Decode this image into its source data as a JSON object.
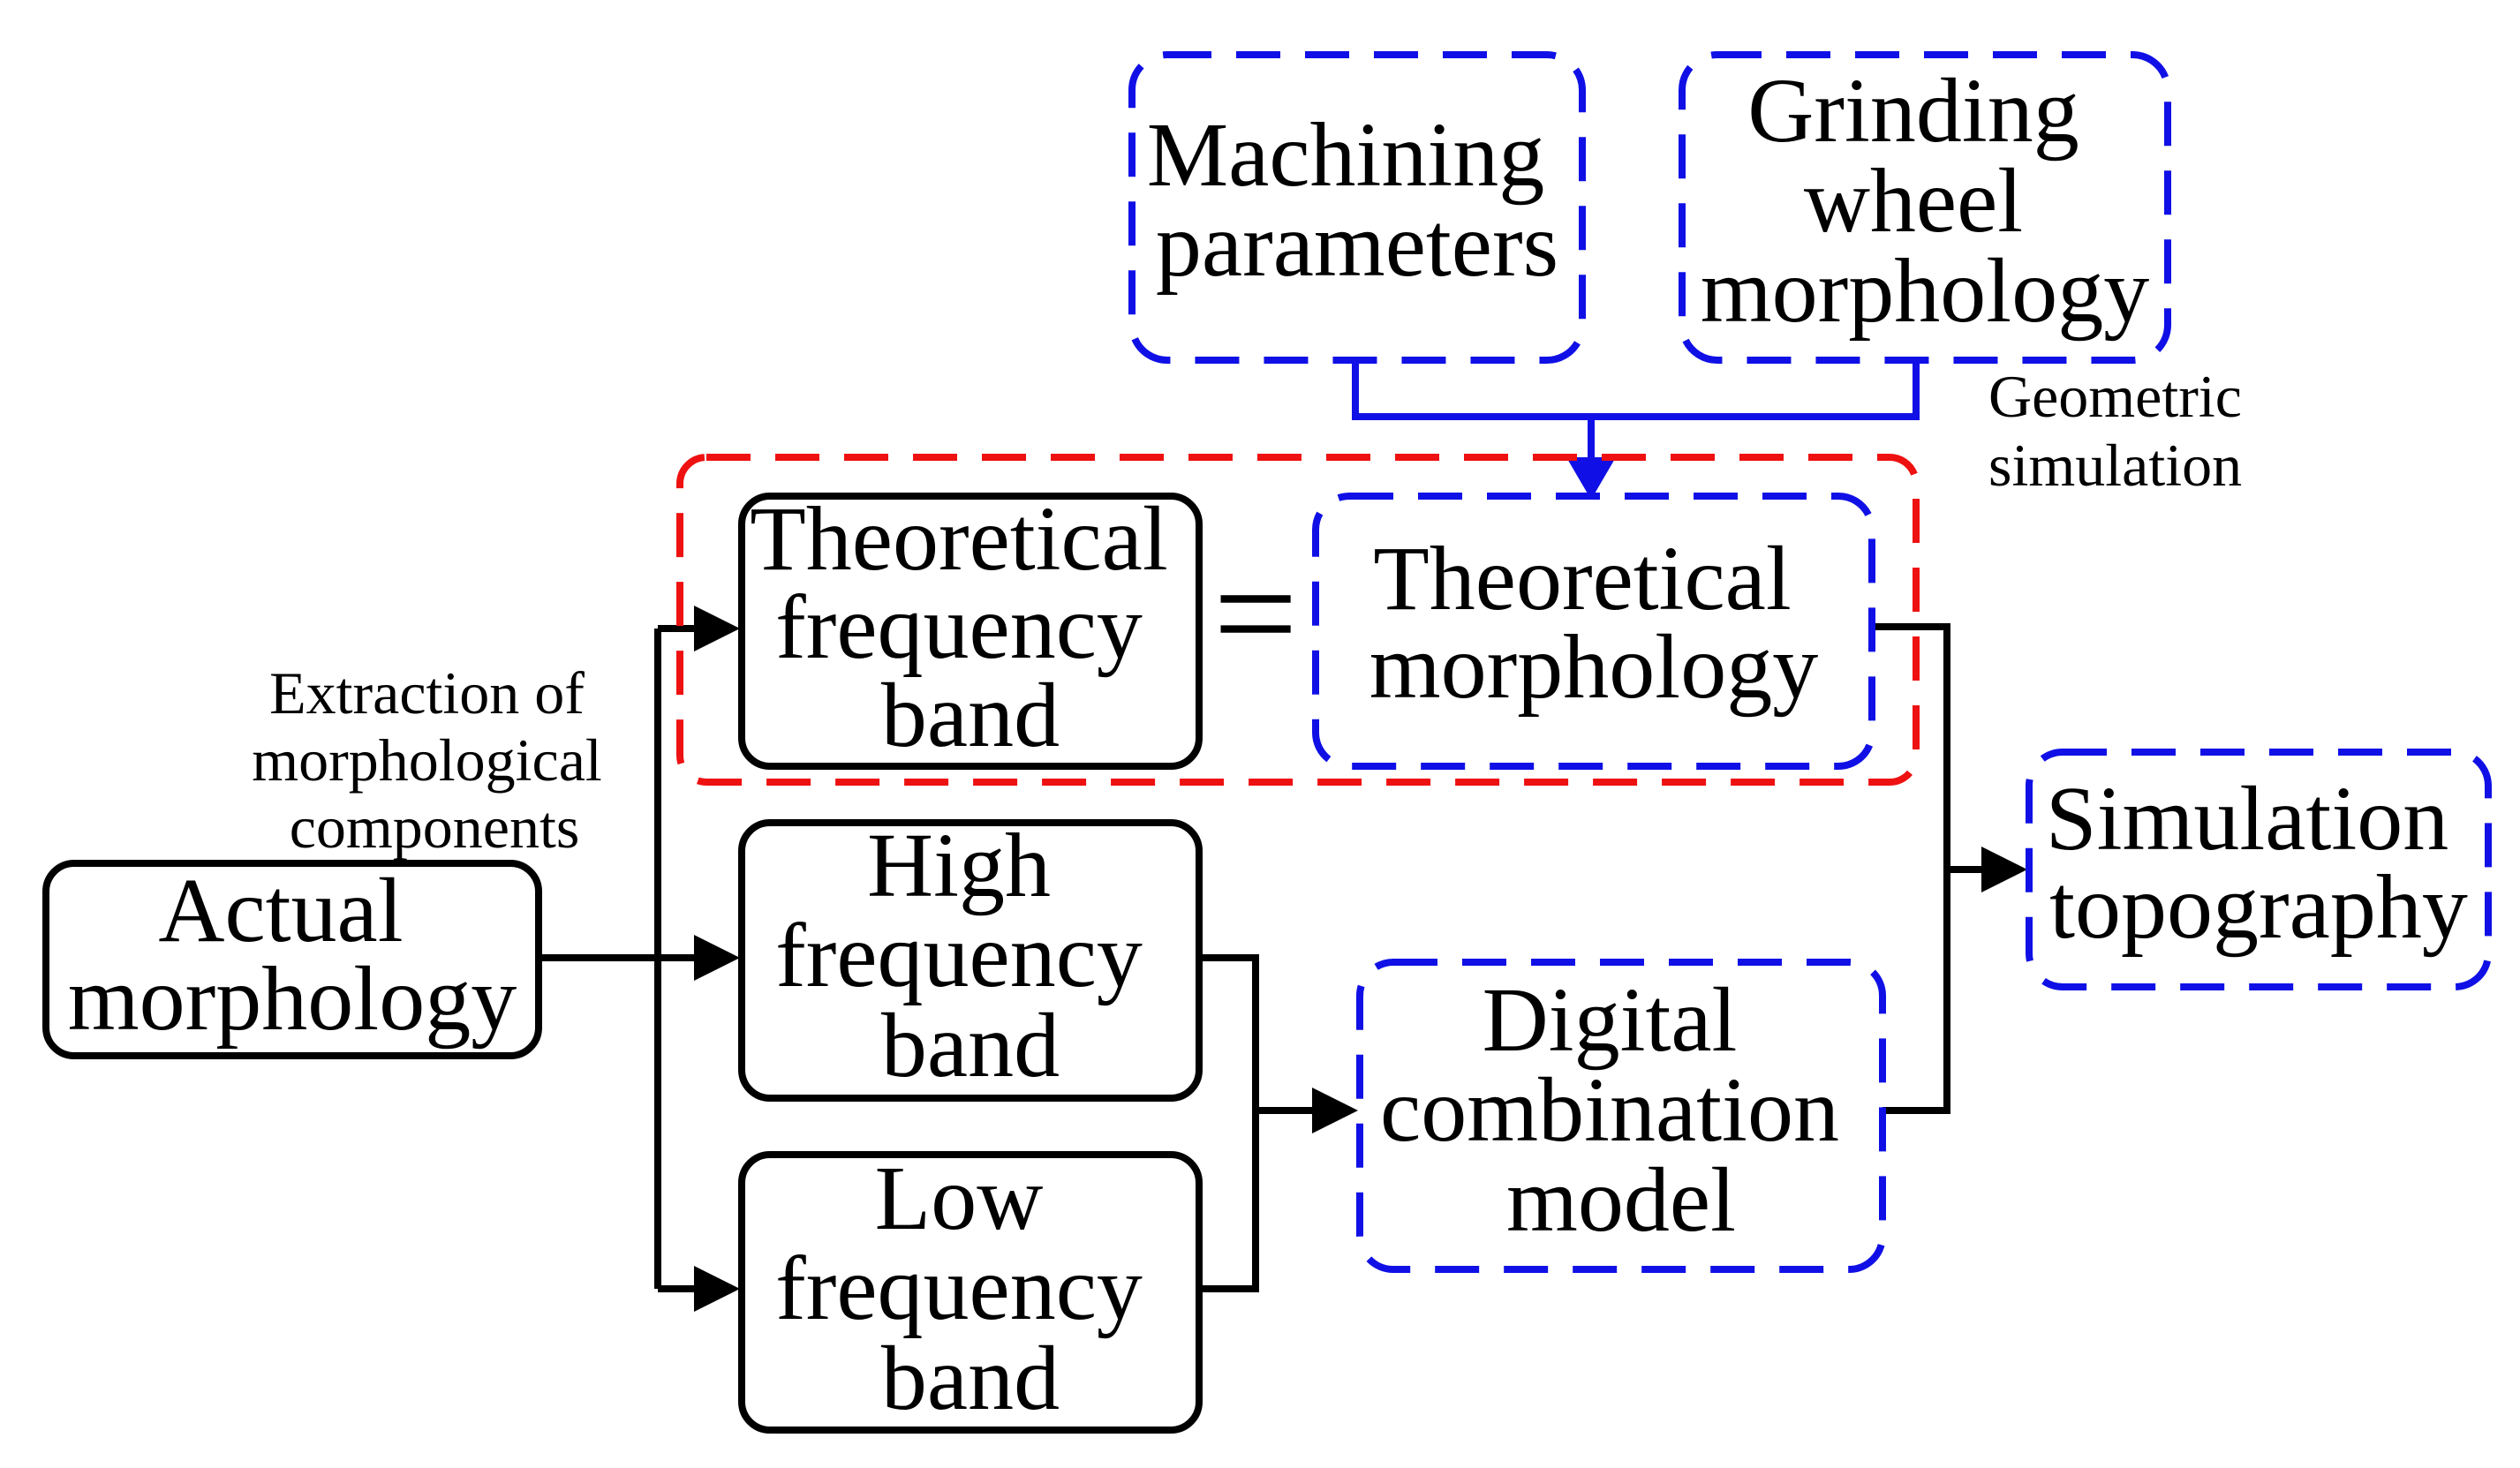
{
  "nodes": {
    "machining_parameters": {
      "lines": [
        "Machining",
        "parameters"
      ]
    },
    "grinding_wheel_morphology": {
      "lines": [
        "Grinding",
        "wheel",
        "morphology"
      ]
    },
    "theoretical_frequency_band": {
      "lines": [
        "Theoretical",
        "frequency",
        "band"
      ]
    },
    "theoretical_morphology": {
      "lines": [
        "Theoretical",
        "morphology"
      ]
    },
    "high_frequency_band": {
      "lines": [
        "High",
        "frequency",
        "band"
      ]
    },
    "low_frequency_band": {
      "lines": [
        "Low",
        "frequency",
        "band"
      ]
    },
    "digital_combination_model": {
      "lines": [
        "Digital",
        "combination",
        "model"
      ]
    },
    "actual_morphology": {
      "lines": [
        "Actual",
        "morphology"
      ]
    },
    "simulation_topography": {
      "lines": [
        "Simulation",
        "topography"
      ]
    }
  },
  "annotations": {
    "geometric_simulation": {
      "lines": [
        "Geometric",
        "simulation"
      ]
    },
    "extraction": {
      "lines": [
        "Extraction of",
        "morphological",
        "components"
      ]
    }
  },
  "equals_sign": "=",
  "colors": {
    "input_box": "#1010e6",
    "equivalence_group": "#ee1111",
    "flow_line": "#000000"
  }
}
